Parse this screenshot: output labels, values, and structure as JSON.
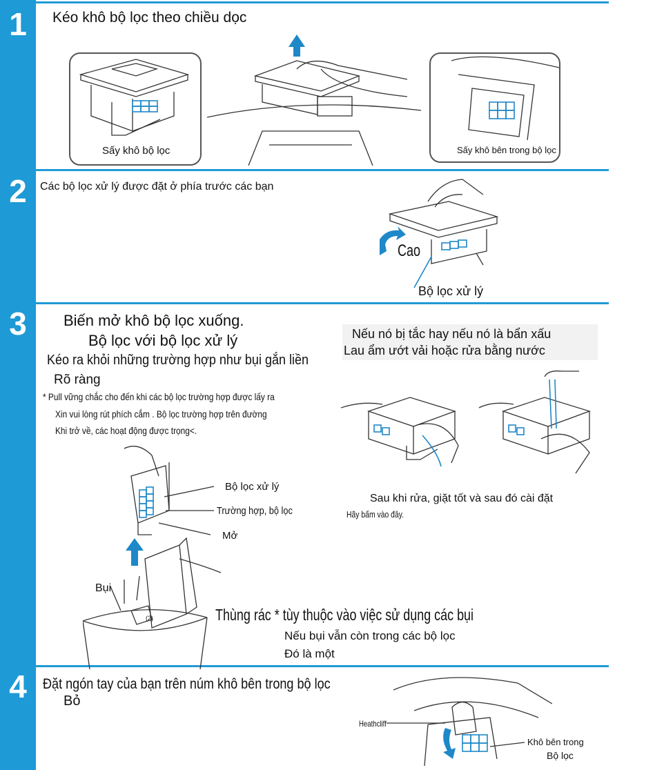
{
  "steps": [
    {
      "number": "1",
      "title": "Kéo khô bộ lọc theo chiều dọc",
      "label_left": "Sấy khô bộ lọc",
      "label_right": "Sấy khô bên trong bộ lọc"
    },
    {
      "number": "2",
      "title": "Các bộ lọc xử lý được đặt ở phía trước các bạn",
      "label_tab": "Cao",
      "label_filter": "Bộ lọc xử lý"
    },
    {
      "number": "3",
      "lines": [
        "Biến mở khô bộ lọc xuống.",
        "Bộ lọc với bộ lọc xử lý",
        "Kéo ra khỏi những trường hợp như bụi gắn liền",
        "Rõ ràng"
      ],
      "notes": [
        "* Pull vững chắc cho đến khi các bộ lọc trường hợp được lấy ra",
        "Xin vui lòng rút phích cắm . Bộ lọc trường hợp trên đường",
        "Khi trở về, các hoạt động được trọng<."
      ],
      "box_lines": [
        "Nếu nó bị tắc hay nếu nó là bẩn xấu",
        "Lau ẩm ướt vải hoặc rửa bằng nước"
      ],
      "after_wash": "Sau khi rửa, giặt tốt và sau đó cài đặt",
      "click_here": "Hãy bấm vào đây.",
      "callouts": [
        "Bộ lọc xử lý",
        "Trường hợp, bộ lọc",
        "Mở"
      ],
      "dust": "Bụi",
      "bin_line": "Thùng rác * tùy thuộc vào việc sử dụng các bụi",
      "bin_sub1": "Nếu bụi vẫn còn trong các bộ lọc",
      "bin_sub2": "Đó là một",
      "mark2": "(2)"
    },
    {
      "number": "4",
      "lines": [
        "Đặt ngón tay của bạn trên núm khô bên trong bộ lọc",
        "Bỏ"
      ],
      "label_knob": "Heathcliff",
      "label_inside1": "Khô bên trong",
      "label_inside2": "Bộ lọc"
    }
  ],
  "colors": {
    "accent": "#1e9ad6",
    "arrow": "#1e88c8"
  }
}
